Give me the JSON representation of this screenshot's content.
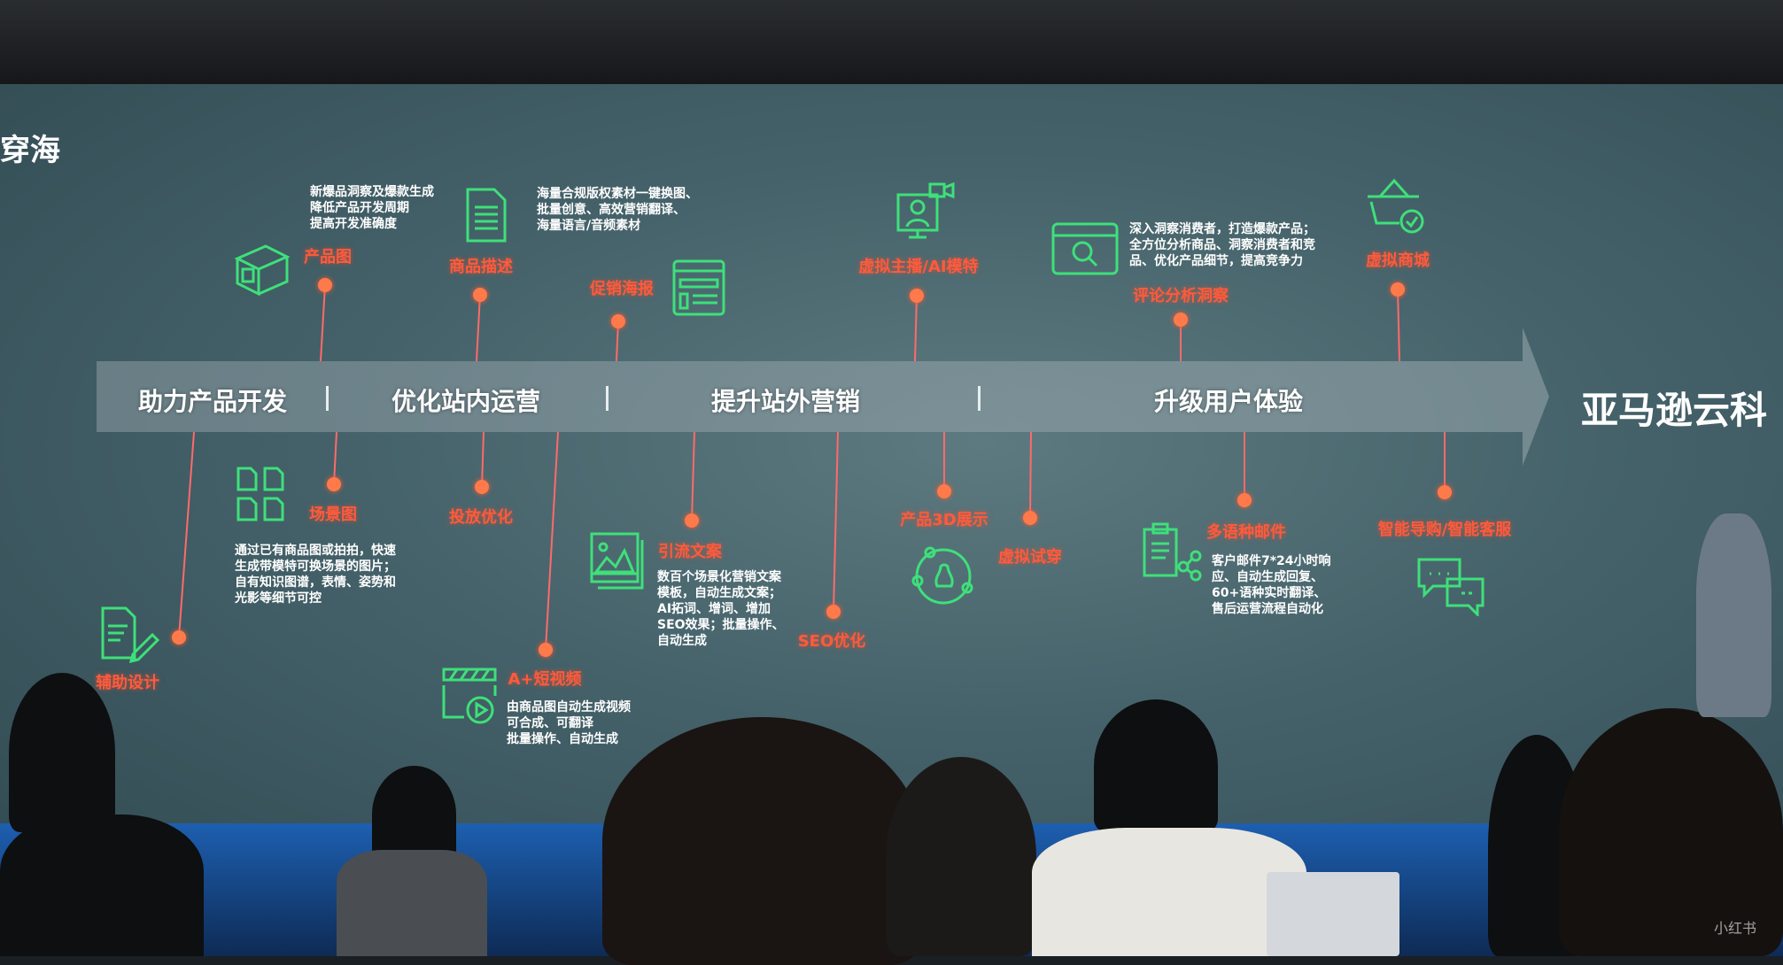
{
  "slide": {
    "corner_title": "穿海",
    "brand_title": "亚马逊云科",
    "stages": [
      "助力产品开发",
      "优化站内运营",
      "提升站外营销",
      "升级用户体验"
    ],
    "top_items": [
      {
        "label": "产品图",
        "icon": "box-icon",
        "desc": "新爆品洞察及爆款生成\n降低产品开发周期\n提高开发准确度"
      },
      {
        "label": "商品描述",
        "icon": "document-icon",
        "desc": "海量合规版权素材一键换图、\n批量创意、高效营销翻译、\n海量语言/音频素材"
      },
      {
        "label": "促销海报",
        "icon": "webpage-layout-icon"
      },
      {
        "label": "虚拟主播/AI模特",
        "icon": "video-avatar-icon"
      },
      {
        "label": "评论分析洞察",
        "icon": "browser-search-icon",
        "desc": "深入洞察消费者，打造爆款产品；\n全方位分析商品、洞察消费者和竞\n品、优化产品细节，提高竞争力"
      },
      {
        "label": "虚拟商城",
        "icon": "shopping-basket-check-icon"
      }
    ],
    "bottom_items": [
      {
        "label": "辅助设计",
        "icon": "design-document-pen-icon"
      },
      {
        "label": "场景图",
        "icon": "four-documents-icon",
        "desc": "通过已有商品图或拍拍，快速\n生成带模特可换场景的图片；\n自有知识图谱，表情、姿势和\n光影等细节可控"
      },
      {
        "label": "投放优化"
      },
      {
        "label": "A+短视频",
        "icon": "video-clapper-play-icon",
        "desc": "由商品图自动生成视频\n可合成、可翻译\n批量操作、自动生成"
      },
      {
        "label": "引流文案",
        "icon": "image-gallery-icon",
        "desc": "数百个场景化营销文案\n模板，自动生成文案；\nAI拓词、增词、增加\nSEO效果；批量操作、\n自动生成"
      },
      {
        "label": "SEO优化"
      },
      {
        "label": "产品3D展示",
        "icon": "3d-orbit-icon"
      },
      {
        "label": "虚拟试穿"
      },
      {
        "label": "多语种邮件",
        "icon": "clipboard-share-icon",
        "desc": "客户邮件7*24小时响\n应、自动生成回复、\n60+语种实时翻译、\n售后运营流程自动化"
      },
      {
        "label": "智能导购/智能客服",
        "icon": "chat-bubbles-icon"
      }
    ]
  },
  "colors": {
    "label": "#ff5a3c",
    "icon": "#3ee07a",
    "dot": "#ff7a4a",
    "screen": "#45626a"
  },
  "watermark": "小红书"
}
